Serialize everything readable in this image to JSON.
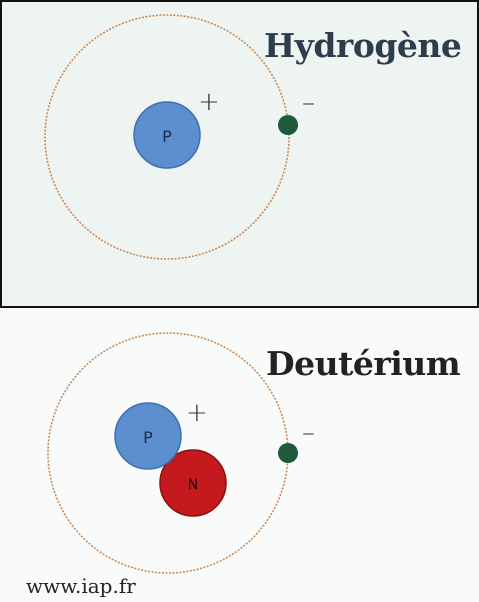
{
  "hydrogen": {
    "title": "Hydrogène",
    "proton_label": "P",
    "proton_charge": "+",
    "electron_charge": "–"
  },
  "deuterium": {
    "title": "Deutérium",
    "proton_label": "P",
    "neutron_label": "N",
    "proton_charge": "+",
    "electron_charge": "–",
    "credit": "www.iap.fr"
  },
  "colors": {
    "orbit": "#c98a5a",
    "proton": "#5b8fcf",
    "neutron": "#c41a1e",
    "electron": "#1f5a3a"
  }
}
